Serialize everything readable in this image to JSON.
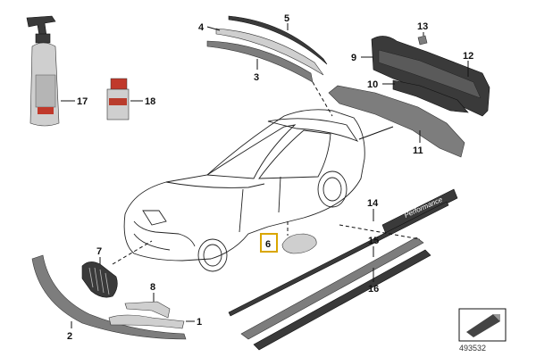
{
  "parts": {
    "p1": "1",
    "p2": "2",
    "p3": "3",
    "p4": "4",
    "p5": "5",
    "p6": "6",
    "p7": "7",
    "p8": "8",
    "p9": "9",
    "p10": "10",
    "p11": "11",
    "p12": "12",
    "p13": "13",
    "p14": "14",
    "p15": "15",
    "p16": "16",
    "p17": "17",
    "p18": "18"
  },
  "highlighted_part": "6",
  "decal_text": "Performance",
  "diagram_number": "493532",
  "colors": {
    "highlight": "#d9a600",
    "lines": "#111111"
  },
  "icons": {
    "corner": "page-corner-icon"
  }
}
